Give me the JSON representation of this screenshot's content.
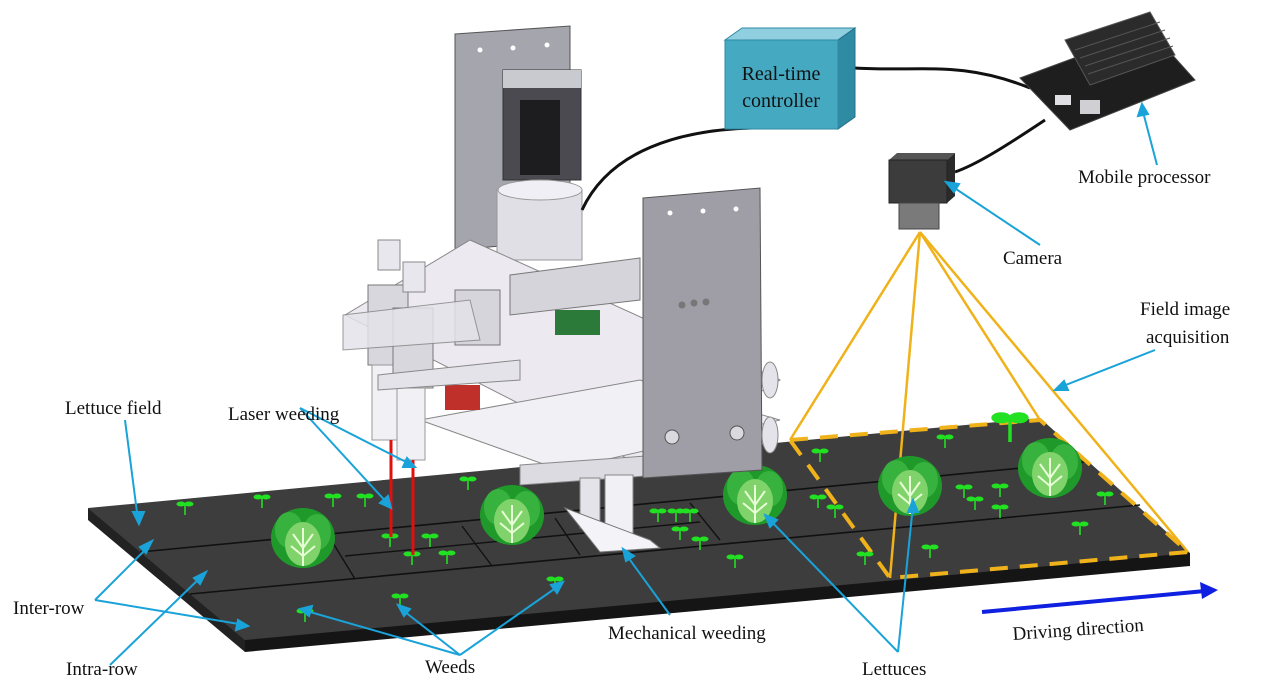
{
  "figure": {
    "type": "system-overview-diagram",
    "subject": "Laser and mechanical weeding robot in lettuce field"
  },
  "colors": {
    "callout": "#1aa3d8",
    "field": "#3c3c3c",
    "field_edge": "#1b1b1b",
    "fov": "#f0b21a",
    "laser": "#e01010",
    "weed": "#22e022",
    "lettuce_dark": "#1f9a2a",
    "lettuce_light": "#9fe07a",
    "controller_front": "#45a9c2",
    "controller_top": "#8fcfe0",
    "controller_side": "#2f8aa3",
    "arrow": "#1020e0",
    "metal": "#9a9aa2",
    "metal_light": "#d8d8de"
  },
  "components": {
    "controller": {
      "line1": "Real-time",
      "line2": "controller"
    },
    "processor": "Mobile processor",
    "camera": "Camera",
    "fov": {
      "line1": "Field image",
      "line2": "acquisition"
    }
  },
  "labels": {
    "lettuce_field": "Lettuce field",
    "laser_weeding": "Laser weeding",
    "inter_row": "Inter-row",
    "intra_row": "Intra-row",
    "weeds": "Weeds",
    "mechanical_weeding": "Mechanical weeding",
    "lettuces": "Lettuces",
    "driving_direction": "Driving direction"
  }
}
